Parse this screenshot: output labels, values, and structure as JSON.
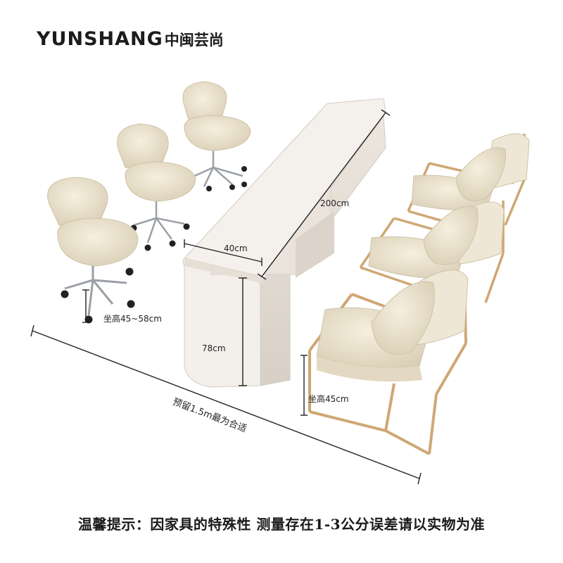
{
  "brand": {
    "name_en": "YUNSHANG",
    "name_cn": "中闽芸尚"
  },
  "dimensions": {
    "table_length": "200cm",
    "table_width": "40cm",
    "table_height": "78cm",
    "stool_seat_height": "坐高45~58cm",
    "chair_seat_height": "坐高45cm",
    "clearance": "预留1.5m最为合适"
  },
  "notice": "温馨提示：因家具的特殊性 测量存在1-3公分误差请以实物为准",
  "colors": {
    "table_top": "#f1ece6",
    "table_side": "#e4ddd5",
    "cushion": "#ece3cf",
    "gold_frame": "#cfa774",
    "chrome": "#c9ccd0",
    "dimension_line": "#222222"
  }
}
